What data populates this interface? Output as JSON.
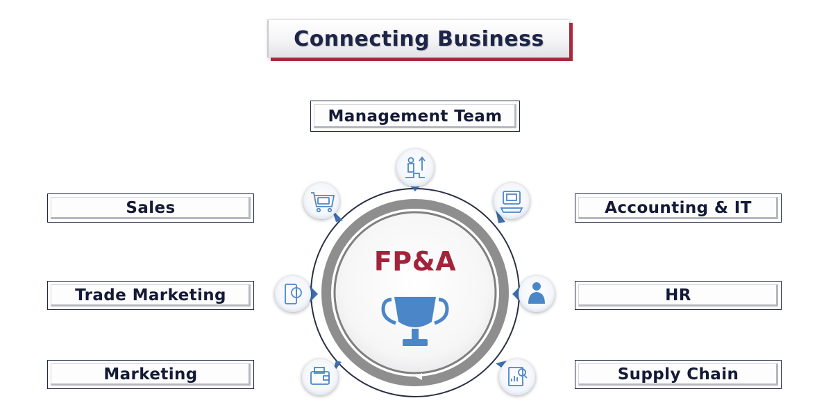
{
  "title": "Connecting Business",
  "top_department": "Management Team",
  "left_departments": [
    "Sales",
    "Trade Marketing",
    "Marketing"
  ],
  "right_departments": [
    "Accounting & IT",
    "HR",
    "Supply Chain"
  ],
  "center": {
    "label": "FP&A",
    "icon": "trophy-icon"
  },
  "satellite_icons": [
    "career-growth-icon",
    "shopping-cart-icon",
    "computer-money-icon",
    "mobile-payment-icon",
    "employee-icon",
    "wallet-icon",
    "report-analysis-icon"
  ],
  "colors": {
    "title_text": "#1d2548",
    "title_accent": "#a52a3c",
    "center_label": "#a3233a",
    "icon_blue": "#4a86c8",
    "ring_gray": "#8a8a8a"
  }
}
